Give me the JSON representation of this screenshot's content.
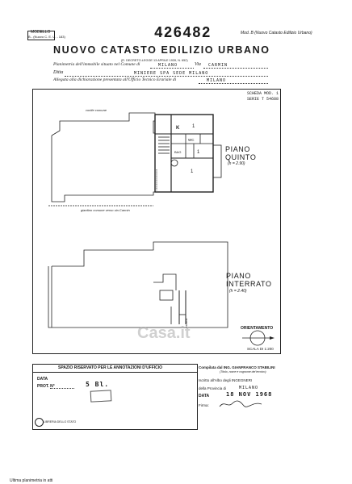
{
  "header": {
    "modello_label": "MODELLO",
    "modello_code": "B - (Nuovo C. E. U. - 183)",
    "serial_number": "426482",
    "mod_note": "Mod. B (Nuovo Catasto Edilizio Urbano)",
    "title": "NUOVO CATASTO EDILIZIO URBANO",
    "decree": "(R. DECRETO-LEGGE 13 APRILE 1939, N. 652)"
  },
  "form_fields": {
    "planimetria_label": "Planimetria dell'immobile situato nel Comune di",
    "comune": "MILANO",
    "via_label": "Via",
    "via": "CARMIN",
    "ditta_label": "Ditta",
    "ditta": "MINIERE SPA SEDE MILANO",
    "allegata_label": "Allegata alla dichiarazione presentata all'Ufficio Tecnico Erariale di",
    "ufficio": "MILANO"
  },
  "drawing": {
    "scheda": "SCHEDA MOD. 1",
    "serie": "SERIE T 54688",
    "piano_quinto": [
      "PIANO",
      "QUINTO"
    ],
    "piano_quinto_h": "(h = 2.90)",
    "piano_interrato": [
      "PIANO",
      "INTERRATO"
    ],
    "piano_interrato_h": "(h = 2.40)",
    "orientamento": "ORIENTAMENTO",
    "scala": "SCALA DI 1:200",
    "cortile_label": "cortile comune",
    "giardino_label": "giardino comune verso via Carmin",
    "room_labels": [
      "K",
      "1",
      "WC",
      "BAG",
      "1",
      "1"
    ]
  },
  "footer": {
    "spazio_label": "SPAZIO RISERVATO PER LE ANNOTAZIONI D'UFFICIO",
    "data_label": "DATA",
    "prot_label": "PROT. N°",
    "prot_value": "5 Bl.",
    "compilata_label": "Compilata dal ING. GIANFRANCO STABILINI",
    "titolo_note": "(Titolo, nome e cognome del tecnico)",
    "iscritto_label": "Iscritto all'Albo degli INGEGNERI",
    "provincia_label": "della Provincia di",
    "provincia": "MILANO",
    "data_value_label": "DATA",
    "date": "18 NOV 1968",
    "firma_label": "Firma:",
    "printer": "LIBRERIA DELLO STATO",
    "watermark": "Casa.it",
    "ultima": "Ultima planimetria in atti"
  }
}
